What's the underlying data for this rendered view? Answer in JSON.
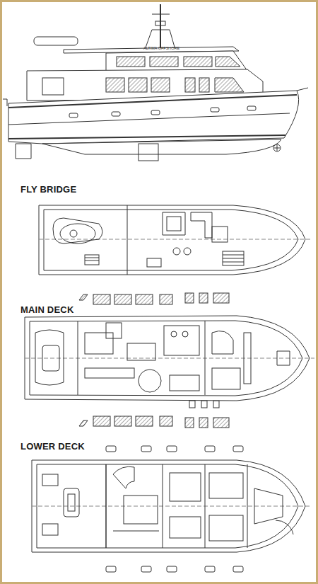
{
  "diagram": {
    "labels": [
      "ALTIMA OFFSHORE",
      "FLY BRIDGE",
      "MAIN DECK",
      "LOWER DECK"
    ]
  }
}
